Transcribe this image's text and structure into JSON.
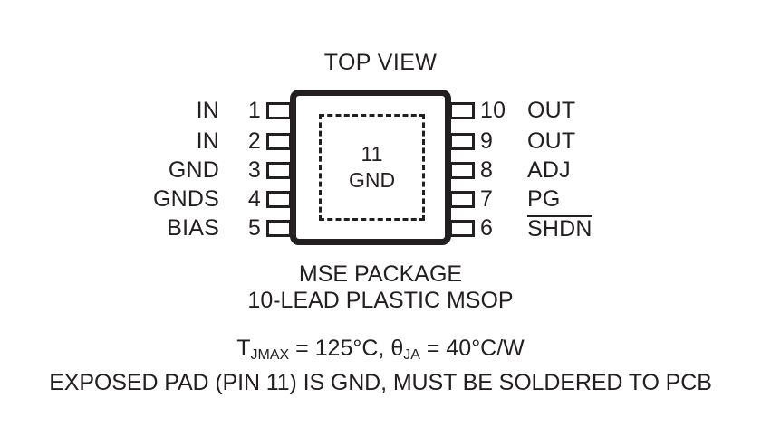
{
  "title": "TOP VIEW",
  "package": {
    "exposed_pad": {
      "number": "11",
      "label": "GND"
    },
    "pins_left": [
      {
        "num": "1",
        "name": "IN"
      },
      {
        "num": "2",
        "name": "IN"
      },
      {
        "num": "3",
        "name": "GND"
      },
      {
        "num": "4",
        "name": "GNDS"
      },
      {
        "num": "5",
        "name": "BIAS"
      }
    ],
    "pins_right": [
      {
        "num": "10",
        "name": "OUT",
        "overline": false
      },
      {
        "num": "9",
        "name": "OUT",
        "overline": false
      },
      {
        "num": "8",
        "name": "ADJ",
        "overline": false
      },
      {
        "num": "7",
        "name": "PG",
        "overline": false
      },
      {
        "num": "6",
        "name": "SHDN",
        "overline": true
      }
    ]
  },
  "caption": {
    "line1": "MSE PACKAGE",
    "line2": "10-LEAD PLASTIC MSOP",
    "thermal": {
      "tjmax_symbol": "T",
      "tjmax_subscript": "JMAX",
      "tjmax_value": " = 125°C, ",
      "theta_symbol": "θ",
      "theta_subscript": "JA",
      "theta_value": " = 40°C/W"
    },
    "line4": "EXPOSED PAD (PIN 11) IS GND, MUST BE SOLDERED TO PCB"
  },
  "colors": {
    "ink": "#231f20",
    "background": "#ffffff"
  }
}
